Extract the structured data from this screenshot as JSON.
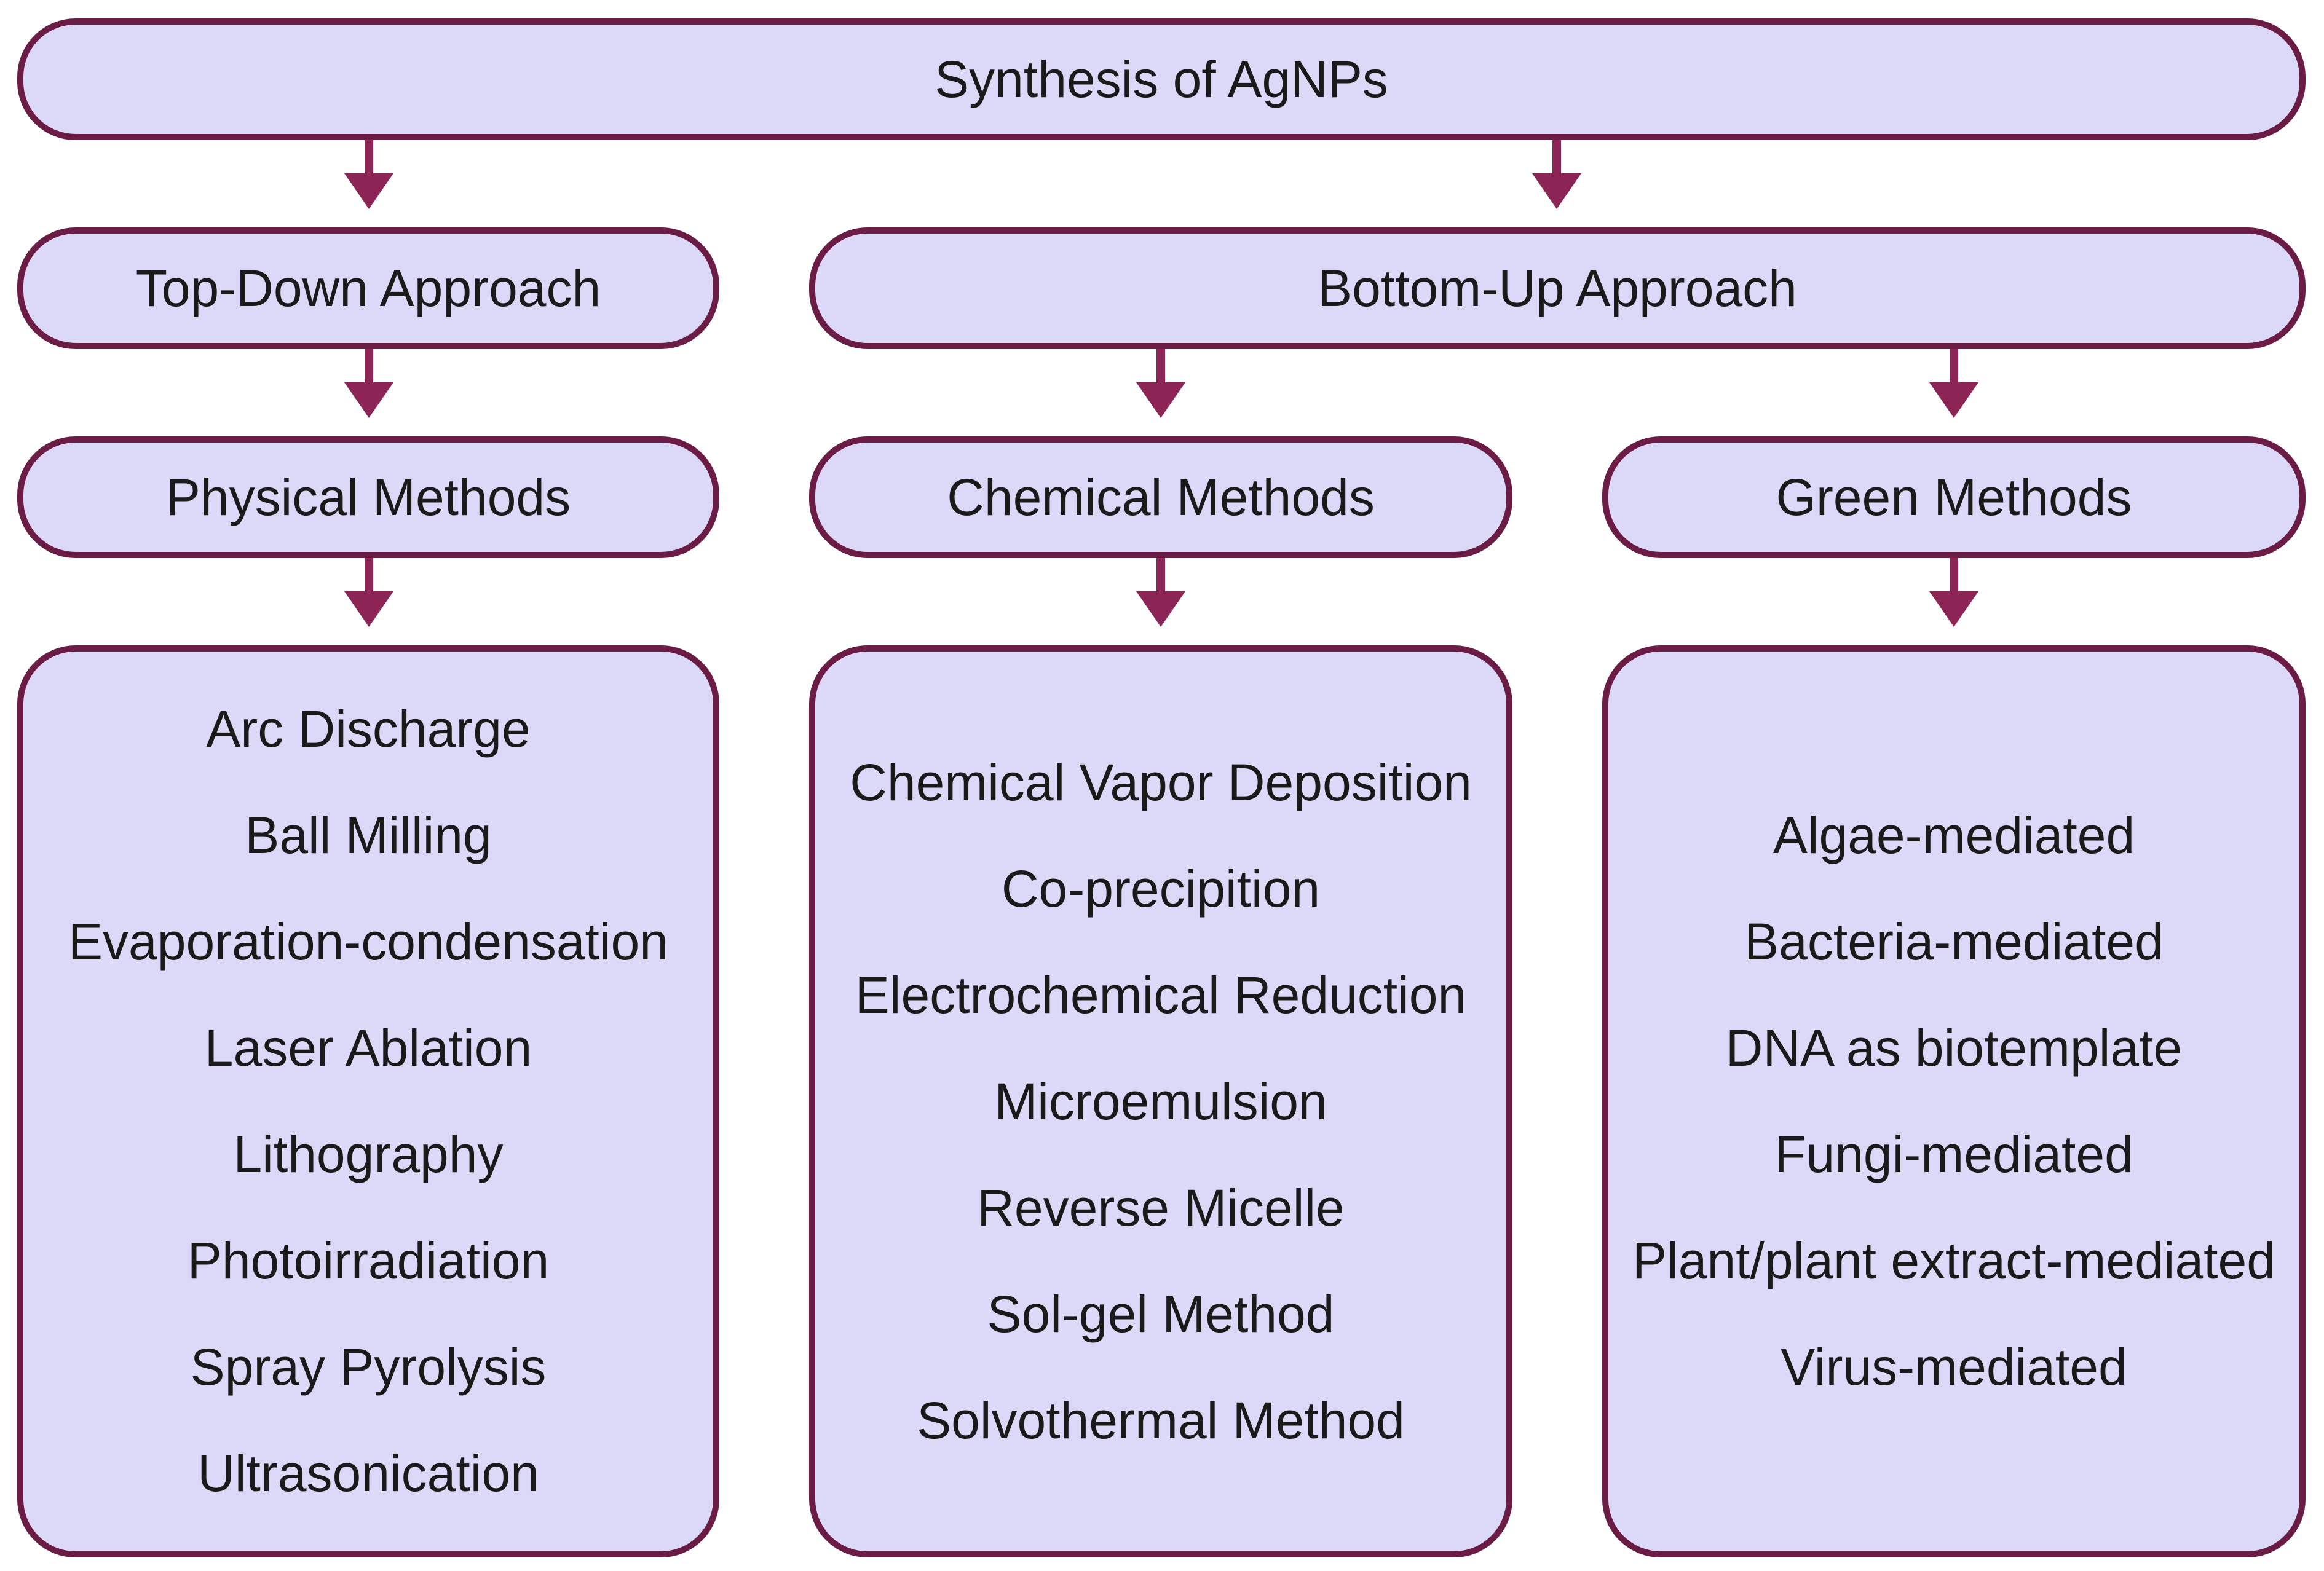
{
  "root": {
    "label": "Synthesis of AgNPs"
  },
  "approaches": {
    "top_down": {
      "label": "Top-Down Approach"
    },
    "bottom_up": {
      "label": "Bottom-Up Approach"
    }
  },
  "methods": {
    "physical": {
      "label": "Physical Methods",
      "items": [
        "Arc Discharge",
        "Ball Milling",
        "Evaporation-condensation",
        "Laser Ablation",
        "Lithography",
        "Photoirradiation",
        "Spray Pyrolysis",
        "Ultrasonication"
      ]
    },
    "chemical": {
      "label": "Chemical Methods",
      "items": [
        "Chemical Vapor Deposition",
        "Co-precipition",
        "Electrochemical Reduction",
        "Microemulsion",
        "Reverse Micelle",
        "Sol-gel Method",
        "Solvothermal Method"
      ]
    },
    "green": {
      "label": "Green Methods",
      "items": [
        "Algae-mediated",
        "Bacteria-mediated",
        "DNA as biotemplate",
        "Fungi-mediated",
        "Plant/plant extract-mediated",
        "Virus-mediated"
      ]
    }
  },
  "colors": {
    "box_fill": "#dcd8f7",
    "border": "#6b1c45",
    "arrow": "#8c2456"
  }
}
